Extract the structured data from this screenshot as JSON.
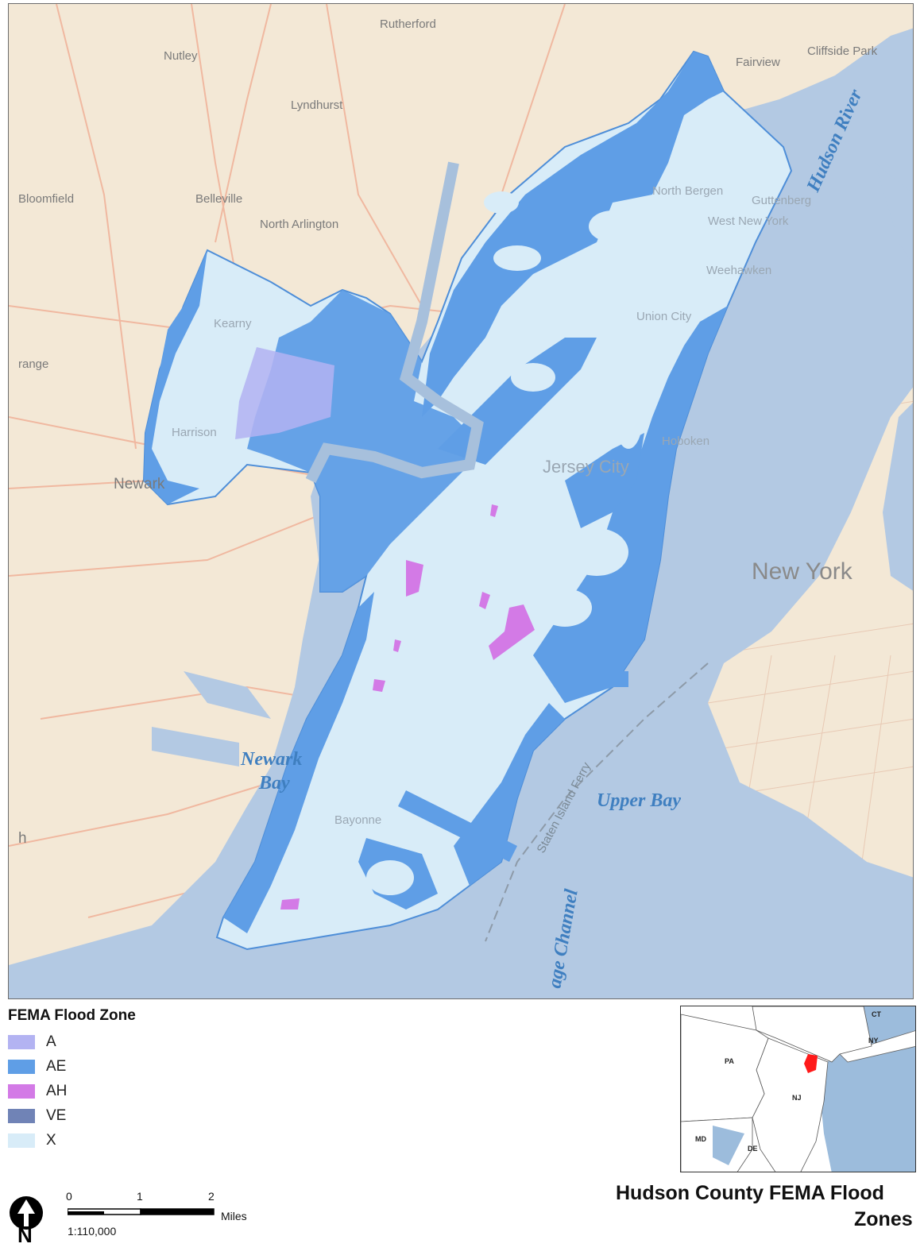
{
  "map": {
    "places": {
      "rutherford": "Rutherford",
      "nutley": "Nutley",
      "lyndhurst": "Lyndhurst",
      "fairview": "Fairview",
      "cliffside_park": "Cliffside Park",
      "bloomfield": "Bloomfield",
      "belleville": "Belleville",
      "north_arlington": "North Arlington",
      "north_bergen": "North Bergen",
      "guttenberg": "Guttenberg",
      "west_new_york": "West New York",
      "weehawken": "Weehawken",
      "kearny": "Kearny",
      "union_city": "Union City",
      "orange_partial": "range",
      "harrison": "Harrison",
      "hoboken": "Hoboken",
      "newark": "Newark",
      "jersey_city": "Jersey City",
      "new_york": "New York",
      "bayonne": "Bayonne",
      "elizabeth_partial": "h"
    },
    "water": {
      "hudson_river": "Hudson River",
      "newark_bay_line1": "Newark",
      "newark_bay_line2": "Bay",
      "upper_bay": "Upper Bay",
      "anchorage_channel": "age Channel",
      "staten_island_ferry": "Staten Island Ferry"
    }
  },
  "legend": {
    "title": "FEMA Flood Zone",
    "items": [
      {
        "label": "A",
        "color": "#b3b3f2"
      },
      {
        "label": "AE",
        "color": "#5f9ee6"
      },
      {
        "label": "AH",
        "color": "#d37ae6"
      },
      {
        "label": "VE",
        "color": "#7083b6"
      },
      {
        "label": "X",
        "color": "#d8ecf8"
      }
    ]
  },
  "north_arrow": {
    "label": "N"
  },
  "scale_bar": {
    "ticks": [
      "0",
      "1",
      "2"
    ],
    "unit": "Miles",
    "ratio": "1:110,000"
  },
  "inset": {
    "labels": {
      "ct": "CT",
      "ny": "NY",
      "pa": "PA",
      "nj": "NJ",
      "md": "MD",
      "de": "DE"
    },
    "highlight_color": "#ff1a1a"
  },
  "title": {
    "line1": "Hudson County FEMA Flood",
    "line2": "Zones"
  },
  "colors": {
    "land": "#f3e8d6",
    "water": "#b3c9e3",
    "zone_x": "#d8ecf8",
    "zone_ae": "#5f9ee6",
    "zone_a": "#b3b3f2",
    "zone_ah": "#d37ae6",
    "road": "#f0b8a0"
  }
}
